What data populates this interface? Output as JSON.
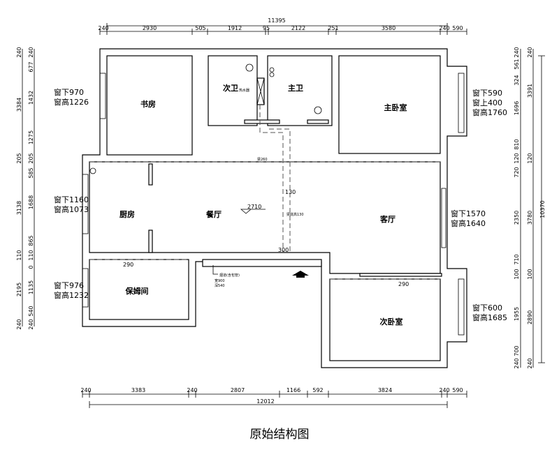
{
  "title": "原始结构图",
  "dimensions": {
    "top_total": "11395",
    "top": [
      "240",
      "2930",
      "505",
      "1912",
      "95",
      "2122",
      "251",
      "3580",
      "240",
      "590"
    ],
    "bottom_total": "12012",
    "bottom": [
      "240",
      "3383",
      "240",
      "2807",
      "1166",
      "592",
      "3824",
      "240",
      "590"
    ],
    "left_outer": [
      "240",
      "3384",
      "205",
      "3138",
      "110",
      "2195",
      "240"
    ],
    "left_inner": [
      "240",
      "677",
      "1432",
      "1275",
      "205",
      "585",
      "1688",
      "865",
      "110",
      "0",
      "1135",
      "540",
      "240"
    ],
    "right_inner": [
      "240",
      "561",
      "324",
      "1696",
      "810",
      "120",
      "720",
      "2350",
      "710",
      "100",
      "1955",
      "700",
      "240"
    ],
    "right_middle": [
      "240",
      "3391",
      "120",
      "3780",
      "100",
      "2890",
      "240"
    ],
    "right_total": "10370"
  },
  "rooms": {
    "study": "书房",
    "second_bath": "次卫",
    "water_heater": "热水器",
    "master_bath": "主卫",
    "master_bedroom": "主卧室",
    "kitchen": "厨房",
    "dining": "餐厅",
    "living": "客厅",
    "maid_room": "保姆间",
    "second_bedroom": "次卧室"
  },
  "windows": {
    "study": [
      "窗下970",
      "窗高1226"
    ],
    "kitchen": [
      "窗下1160",
      "窗高1073"
    ],
    "maid_room": [
      "窗下976",
      "窗高1232"
    ],
    "master_bedroom": [
      "窗下590",
      "窗上400",
      "窗高1760"
    ],
    "living": [
      "窗下1570",
      "窗高1640"
    ],
    "second_bedroom": [
      "窗下600",
      "窗高1685"
    ]
  },
  "annotations": {
    "ceiling_height": "2710",
    "beam_top": "梁260",
    "pipe_130": "130",
    "beam_130": "梁底高130",
    "door_300": "300",
    "beam_290_left": "290",
    "beam_290_right": "290",
    "flue_label": "烟道(含包管)",
    "flue_w": "宽900",
    "flue_d": "深540"
  }
}
